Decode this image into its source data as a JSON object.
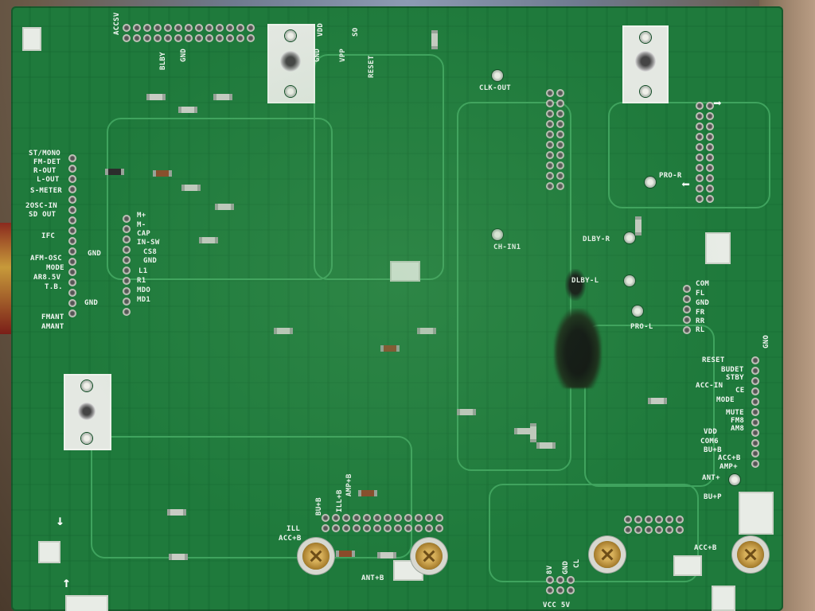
{
  "labels": {
    "accsv": "ACCSV",
    "blby": "BLBY",
    "gnd_top": "GND",
    "gnd_top2": "GND",
    "vdd": "VDD",
    "so": "SO",
    "xxx": "VPP",
    "reset_top": "RESET",
    "clk_out": "CLK-OUT",
    "pro_r": "PRO-R",
    "ch_in1": "CH-IN1",
    "dlby_r": "DLBY-R",
    "dlby_l": "DLBY-L",
    "pro_l": "PRO-L",
    "left_group": [
      "ST/MONO",
      "FM-DET",
      "R-OUT",
      "L-OUT",
      "S-METER",
      "2OSC-IN",
      "SD OUT"
    ],
    "ifc": "IFC",
    "gnd_left1": "GND",
    "afm_group": [
      "AFM-OSC",
      "MODE",
      "AR8.5V",
      "T.B."
    ],
    "gnd_left2": "GND",
    "fmant": "FMANT",
    "amant": "AMANT",
    "mid_group": [
      "M+",
      "M-",
      "CAP",
      "IN-SW",
      "CS8",
      "GND",
      "L1",
      "R1",
      "MDO",
      "MD1"
    ],
    "right_group": [
      "COM",
      "FL",
      "GND",
      "FR",
      "RR",
      "RL"
    ],
    "reset_right": "RESET",
    "budet": "BUDET",
    "stby": "STBY",
    "acc_in": "ACC-IN",
    "ce": "CE",
    "mode": "MODE",
    "mute": "MUTE",
    "fm8": "FM8",
    "vdd_right": "VDD",
    "am8": "AM8",
    "com6": "COM6",
    "bu_b_right": "BU+B",
    "acc_b_right": "ACC+B",
    "amp_plus": "AMP+",
    "ant_plus": "ANT+",
    "bu_p": "BU+P",
    "acc_b_bottom_right": "ACC+B",
    "gno": "GNO",
    "ill": "ILL",
    "acc_b_bottom": "ACC+B",
    "bu_b_bottom": "BU+B",
    "ill_b": "ILL+B",
    "amp_b": "AMP+B",
    "ant_b": "ANT+B",
    "v8": "8V",
    "gnd_bottom": "GND",
    "cl": "CL",
    "vcc_5v": "VCC 5V"
  },
  "colors": {
    "board": "#1f7a3c",
    "silkscreen": "#f2f6f2",
    "burn": "#0f0f0f"
  },
  "icons": [
    "arrow-down-icon",
    "arrow-up-icon",
    "arrow-right-icon",
    "arrow-left-icon"
  ]
}
